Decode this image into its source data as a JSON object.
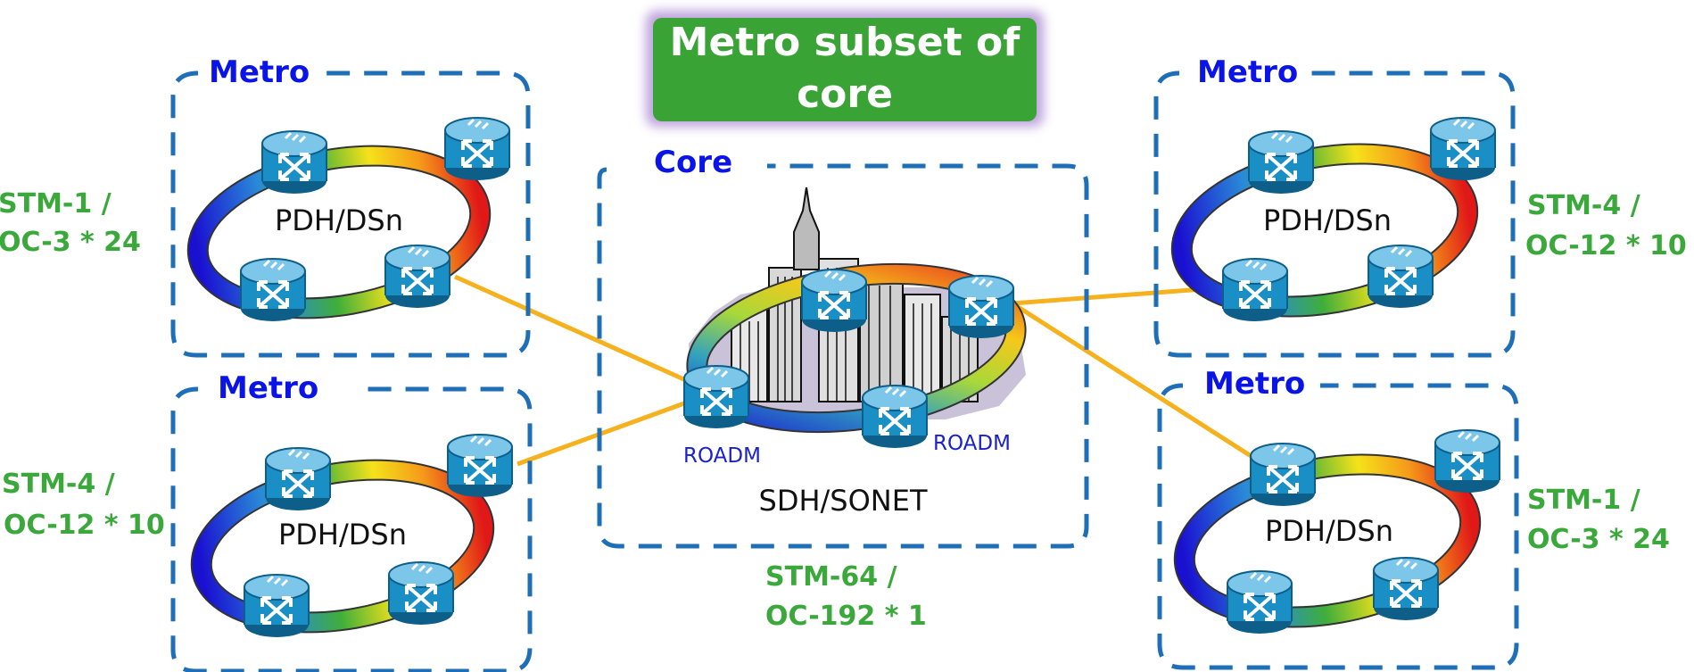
{
  "banner": {
    "line1": "Metro subset of",
    "line2": "core"
  },
  "core": {
    "box_label": "Core",
    "ring_label": "SDH/SONET",
    "roadm_left": "ROADM",
    "roadm_right": "ROADM",
    "rate_line1": "STM-64 /",
    "rate_line2": "OC-192 * 1"
  },
  "metros": [
    {
      "box_label": "Metro",
      "ring_label": "PDH/DSn",
      "rate_line1": "STM-1 /",
      "rate_line2": "OC-3 * 24"
    },
    {
      "box_label": "Metro",
      "ring_label": "PDH/DSn",
      "rate_line1": "STM-4 /",
      "rate_line2": "OC-12 * 10"
    },
    {
      "box_label": "Metro",
      "ring_label": "PDH/DSn",
      "rate_line1": "STM-4 /",
      "rate_line2": "OC-12 * 10"
    },
    {
      "box_label": "Metro",
      "ring_label": "PDH/DSn",
      "rate_line1": "STM-1 /",
      "rate_line2": "OC-3 * 24"
    }
  ],
  "colors": {
    "box_dash": "#1f6fb8",
    "link": "#f5b21e",
    "rate_text": "#3aa83a",
    "metro_text": "#0a14e6",
    "banner_fill": "#3aa335",
    "banner_glow": "#b79ad8",
    "router_fill": "#1a8fc6"
  },
  "icons": [
    "router-icon",
    "city-skyline-icon"
  ]
}
